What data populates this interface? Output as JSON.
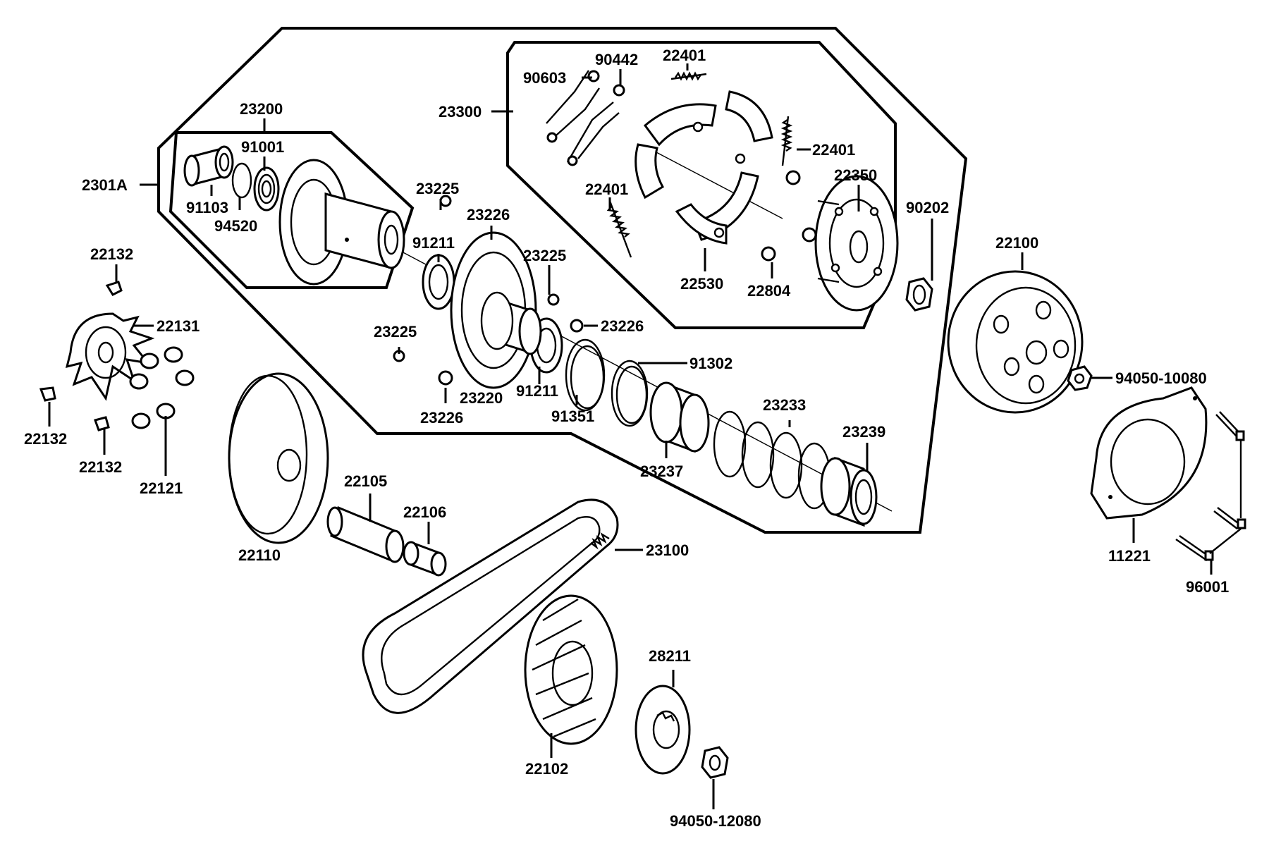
{
  "colors": {
    "line": "#000000",
    "background": "#ffffff"
  },
  "labels": {
    "p23200": "23200",
    "p91001": "91001",
    "p91103": "91103",
    "p94520": "94520",
    "p2301A": "2301A",
    "p23225_a": "23225",
    "p23226_a": "23226",
    "p91211_a": "91211",
    "p23225_b": "23225",
    "p23225_c": "23225",
    "p23226_b": "23226",
    "p23226_c": "23226",
    "p23220": "23220",
    "p91211_b": "91211",
    "p91351": "91351",
    "p91302": "91302",
    "p23233": "23233",
    "p23237": "23237",
    "p23239": "23239",
    "p23300": "23300",
    "p90603": "90603",
    "p90442": "90442",
    "p22401_a": "22401",
    "p22401_b": "22401",
    "p22401_c": "22401",
    "p22350": "22350",
    "p22530": "22530",
    "p22804": "22804",
    "p90202": "90202",
    "p22100": "22100",
    "p94050_10080": "94050-10080",
    "p11221": "11221",
    "p96001": "96001",
    "p22132_a": "22132",
    "p22131": "22131",
    "p22132_b": "22132",
    "p22132_c": "22132",
    "p22121": "22121",
    "p22110": "22110",
    "p22105": "22105",
    "p22106": "22106",
    "p23100": "23100",
    "p28211": "28211",
    "p22102": "22102",
    "p94050_12080": "94050-12080"
  }
}
